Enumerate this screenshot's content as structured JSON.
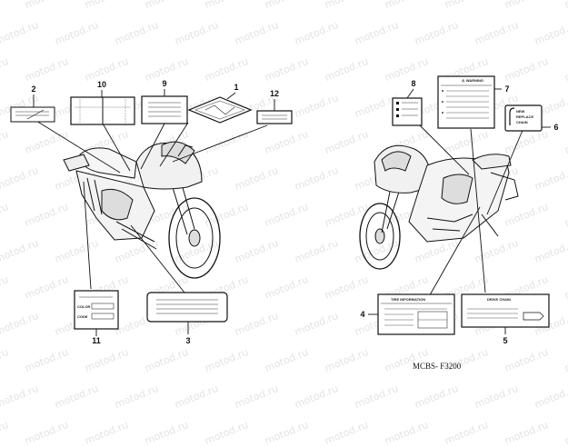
{
  "watermark": "motod.ru",
  "figure_code": "MCBS- F3200",
  "callouts": {
    "n1": "1",
    "n2": "2",
    "n3": "3",
    "n4": "4",
    "n5": "5",
    "n6": "6",
    "n7": "7",
    "n8": "8",
    "n9": "9",
    "n10": "10",
    "n11": "11",
    "n12": "12"
  },
  "label_texts": {
    "warning": "WARNING",
    "tire_information": "TIRE INFORMATION",
    "drive_chain": "DRIVE CHAIN",
    "new_replace_chain": [
      "NEW",
      "REPLACE",
      "CHAIN"
    ],
    "color": "COLOR",
    "code": "CODE"
  }
}
